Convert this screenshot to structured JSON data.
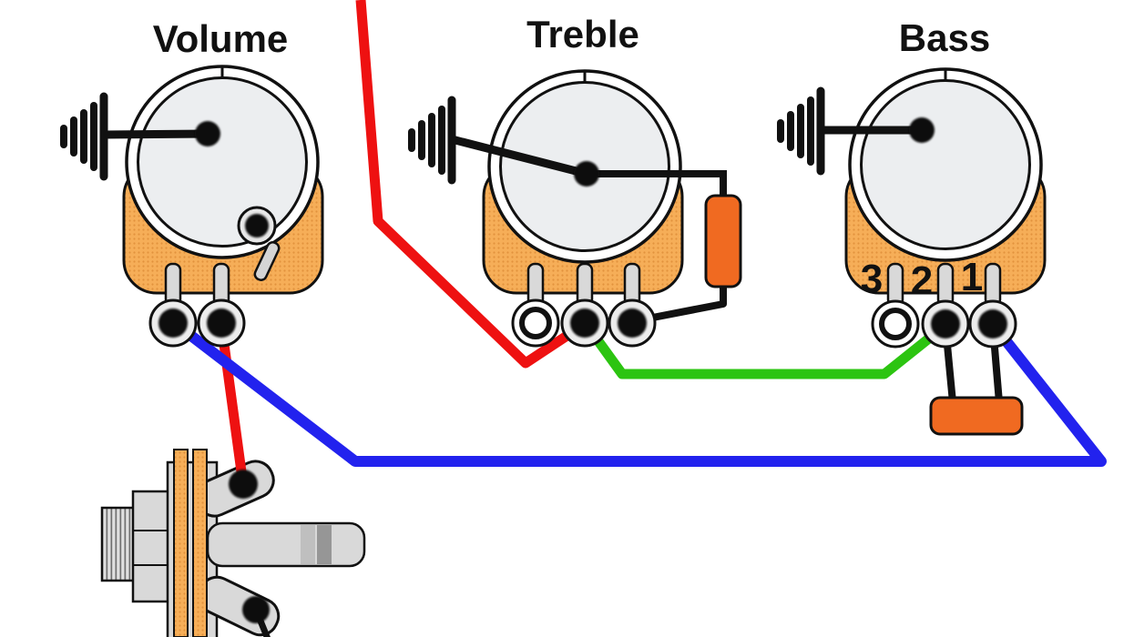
{
  "diagram": {
    "labels": {
      "volume_pot": "Volume",
      "treble_pot": "Treble",
      "bass_pot": "Bass"
    },
    "bass_lugs": {
      "lug3": "3",
      "lug2": "2",
      "lug1": "1"
    },
    "colors": {
      "wire_red": "#ee1111",
      "wire_blue": "#2222ee",
      "wire_green": "#2cc411",
      "wire_black": "#111111",
      "capacitor": "#f06a21",
      "pot_body": "#f6ae58",
      "pot_face": "#eceef0"
    },
    "icons": {
      "volume_pot": "potentiometer-icon",
      "treble_pot": "potentiometer-icon",
      "bass_pot": "potentiometer-icon",
      "ground": "ground-symbol-icon",
      "treble_capacitor": "capacitor-icon",
      "bass_capacitor": "capacitor-icon",
      "output_jack": "output-jack-icon"
    }
  }
}
